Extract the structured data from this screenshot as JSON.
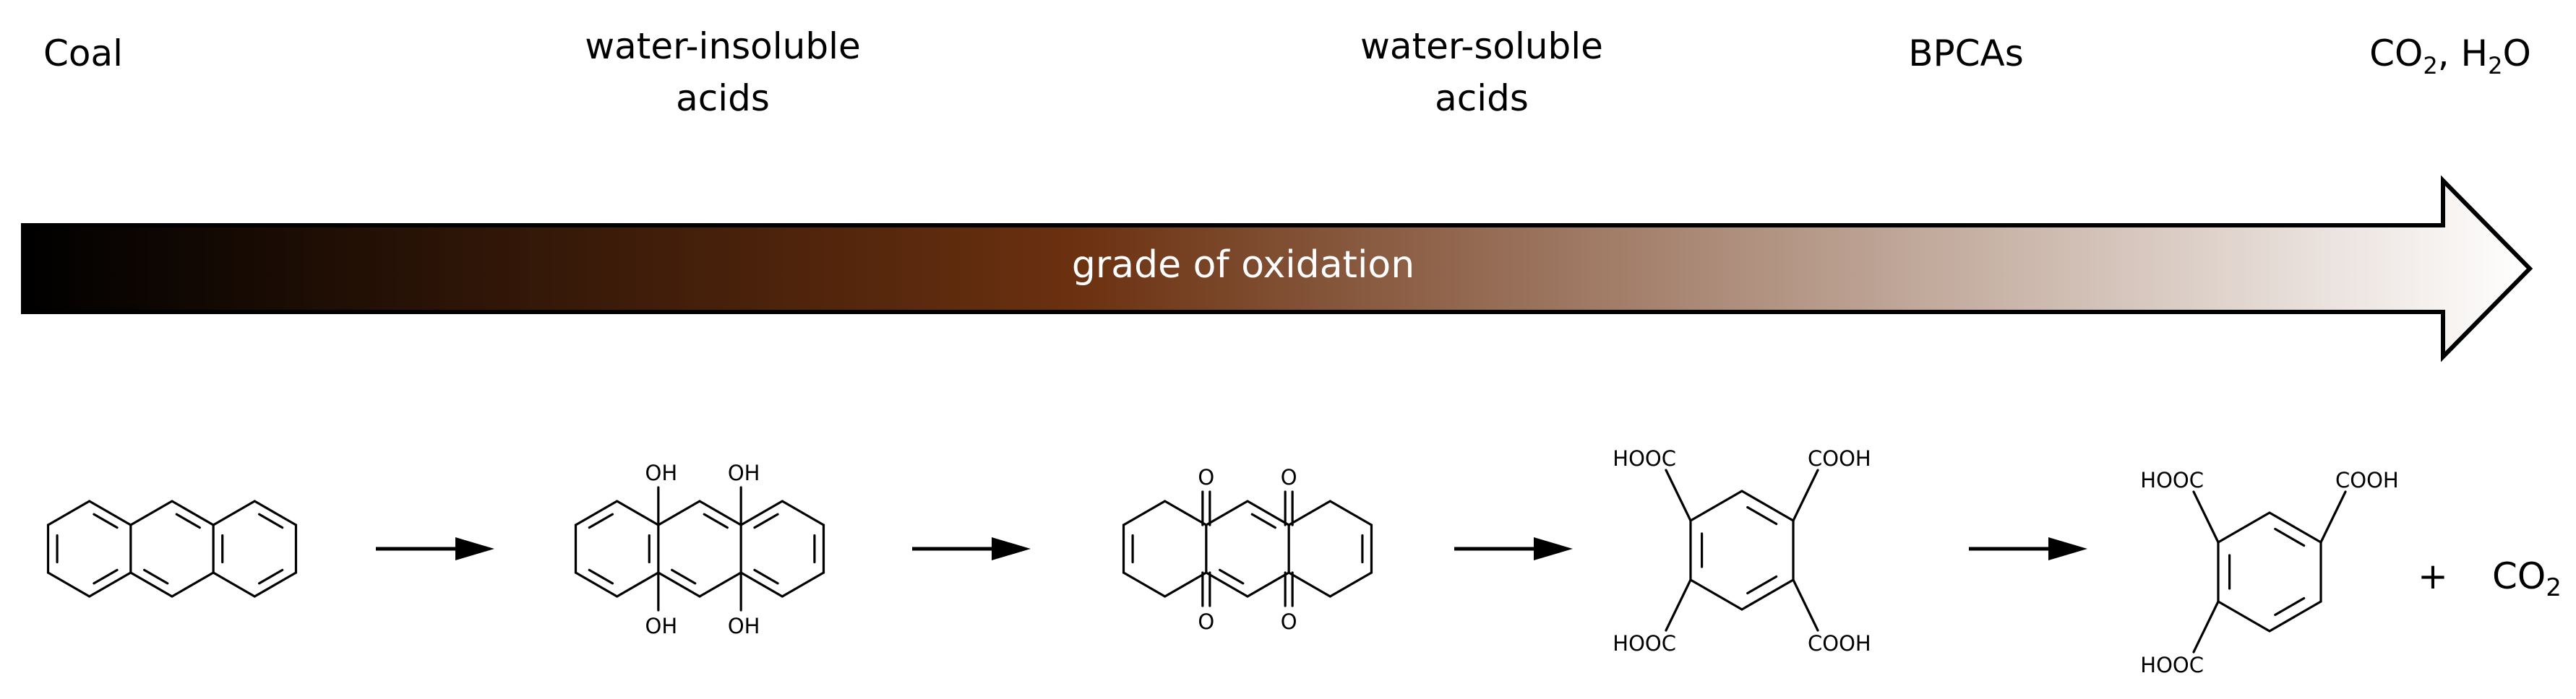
{
  "stages": [
    {
      "line1": "Coal",
      "line2": ""
    },
    {
      "line1": "water-insoluble",
      "line2": "acids"
    },
    {
      "line1": "water-soluble",
      "line2": "acids"
    },
    {
      "line1": "BPCAs",
      "line2": ""
    }
  ],
  "end_stage": {
    "co": "CO",
    "co_sub": "2",
    "sep": ", ",
    "h": "H",
    "h_sub": "2",
    "o": "O"
  },
  "arrow_caption": "grade of oxidation",
  "colors": {
    "gradient_start": "#000000",
    "gradient_mid": "#6b3110",
    "gradient_end": "#ffffff",
    "stroke": "#000000"
  },
  "labels": {
    "oh": "OH",
    "o": "O",
    "hooc": "HOOC",
    "cooh": "COOH",
    "plus": "+",
    "co2_main": "CO",
    "co2_sub": "2"
  }
}
